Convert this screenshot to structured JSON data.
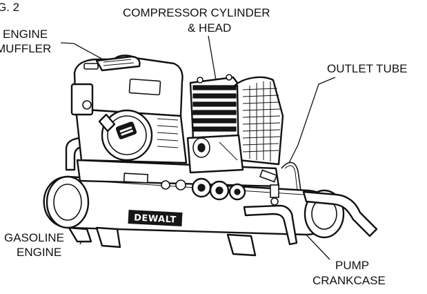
{
  "figure": {
    "fig_label": "G. 2",
    "callouts": {
      "cylinder_line1": "COMPRESSOR CYLINDER",
      "cylinder_line2": "& HEAD",
      "muffler_line1": "ENGINE",
      "muffler_line2": "MUFFLER",
      "outlet_tube": "OUTLET TUBE",
      "engine_line1": "GASOLINE",
      "engine_line2": "ENGINE",
      "pump_line1": "PUMP",
      "pump_line2": "CRANKCASE"
    },
    "brand_decal": "DEWALT"
  }
}
